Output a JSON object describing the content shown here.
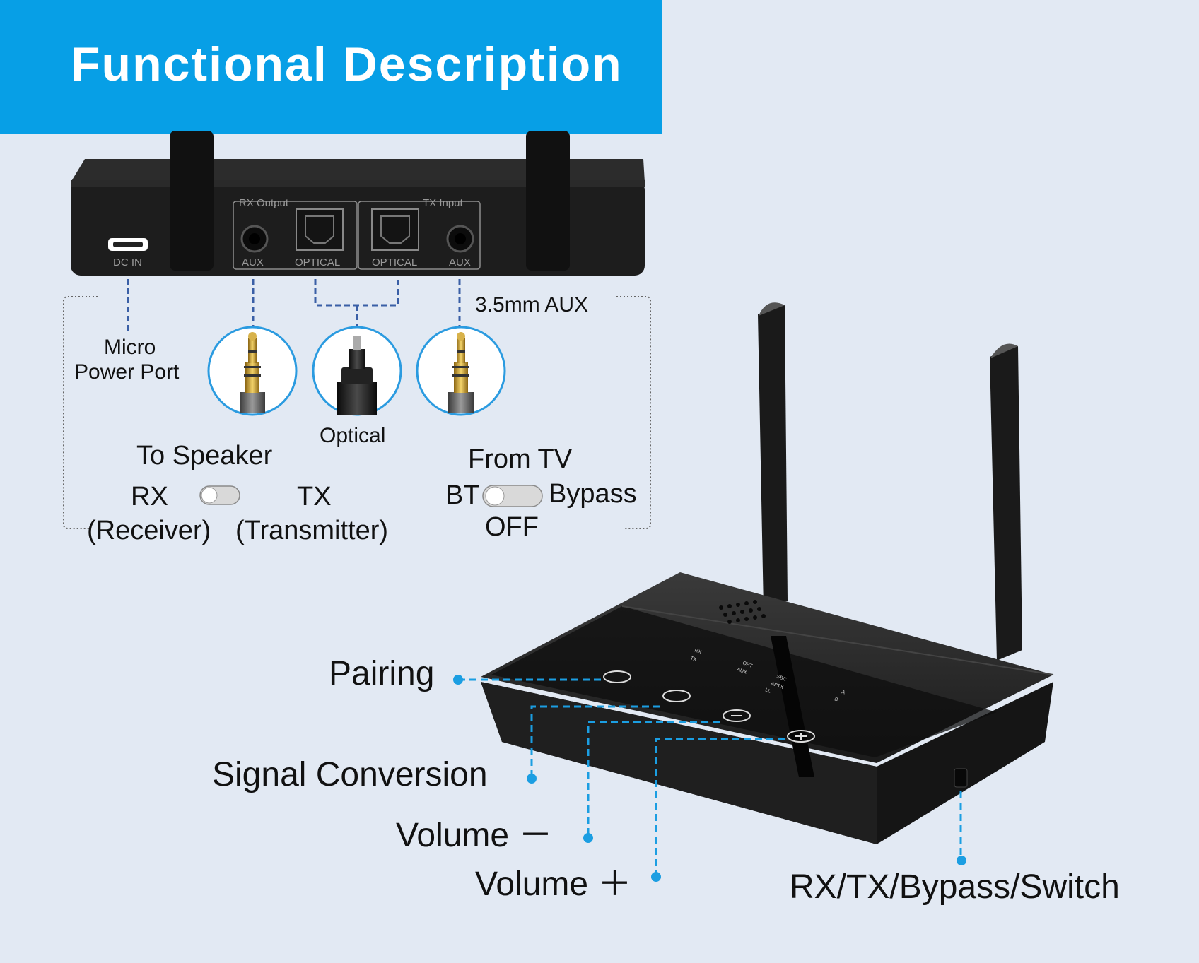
{
  "header": {
    "title": "Functional Description"
  },
  "back_panel": {
    "group_rx": "RX Output",
    "group_tx": "TX Input",
    "ports": {
      "dc_in": "DC IN",
      "aux_out": "AUX",
      "optical_out": "OPTICAL",
      "optical_in": "OPTICAL",
      "aux_in": "AUX"
    }
  },
  "callouts": {
    "aux_label": "3.5mm AUX",
    "micro_power_line1": "Micro",
    "micro_power_line2": "Power Port",
    "optical": "Optical",
    "to_speaker": "To Speaker",
    "from_tv": "From TV"
  },
  "switches": {
    "mode": {
      "left": "RX",
      "left_sub": "(Receiver)",
      "right": "TX",
      "right_sub": "(Transmitter)"
    },
    "bypass": {
      "left": "BT",
      "right": "Bypass",
      "bottom": "OFF"
    }
  },
  "device_labels": {
    "pairing": "Pairing",
    "signal_conversion": "Signal Conversion",
    "volume_minus": "Volume －",
    "volume_plus": "Volume ＋",
    "switch": "RX/TX/Bypass/Switch"
  },
  "device_panel_marks": [
    "RX",
    "TX",
    "OPT",
    "AUX",
    "SBC",
    "APTX",
    "LL",
    "A",
    "B"
  ],
  "colors": {
    "banner": "#079fe6",
    "background": "#e2e9f3",
    "callout_line": "#1b9ee2",
    "bracket_line": "#3a5fa6"
  }
}
